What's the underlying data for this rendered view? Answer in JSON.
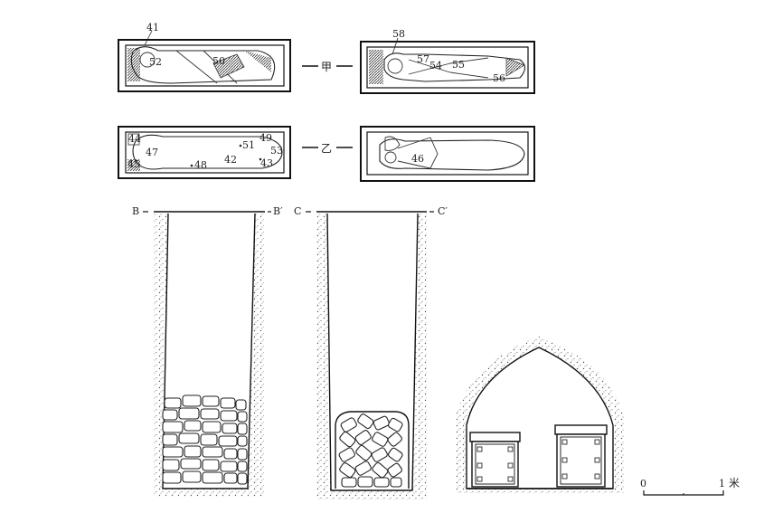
{
  "coffins": {
    "jia": {
      "label": "甲",
      "left_numbers": [
        "41",
        "52",
        "50"
      ],
      "right_numbers": [
        "58",
        "57",
        "54",
        "55",
        "56"
      ]
    },
    "yi": {
      "label": "乙",
      "left_numbers": [
        "44",
        "47",
        "51",
        "49",
        "53",
        "45",
        "48",
        "42",
        "43"
      ],
      "right_numbers": [
        "46"
      ]
    }
  },
  "sections": {
    "b_left": "B",
    "b_right": "B′",
    "c_left": "C",
    "c_right": "C′"
  },
  "scale": {
    "start": "0",
    "end": "1",
    "unit": "米"
  }
}
